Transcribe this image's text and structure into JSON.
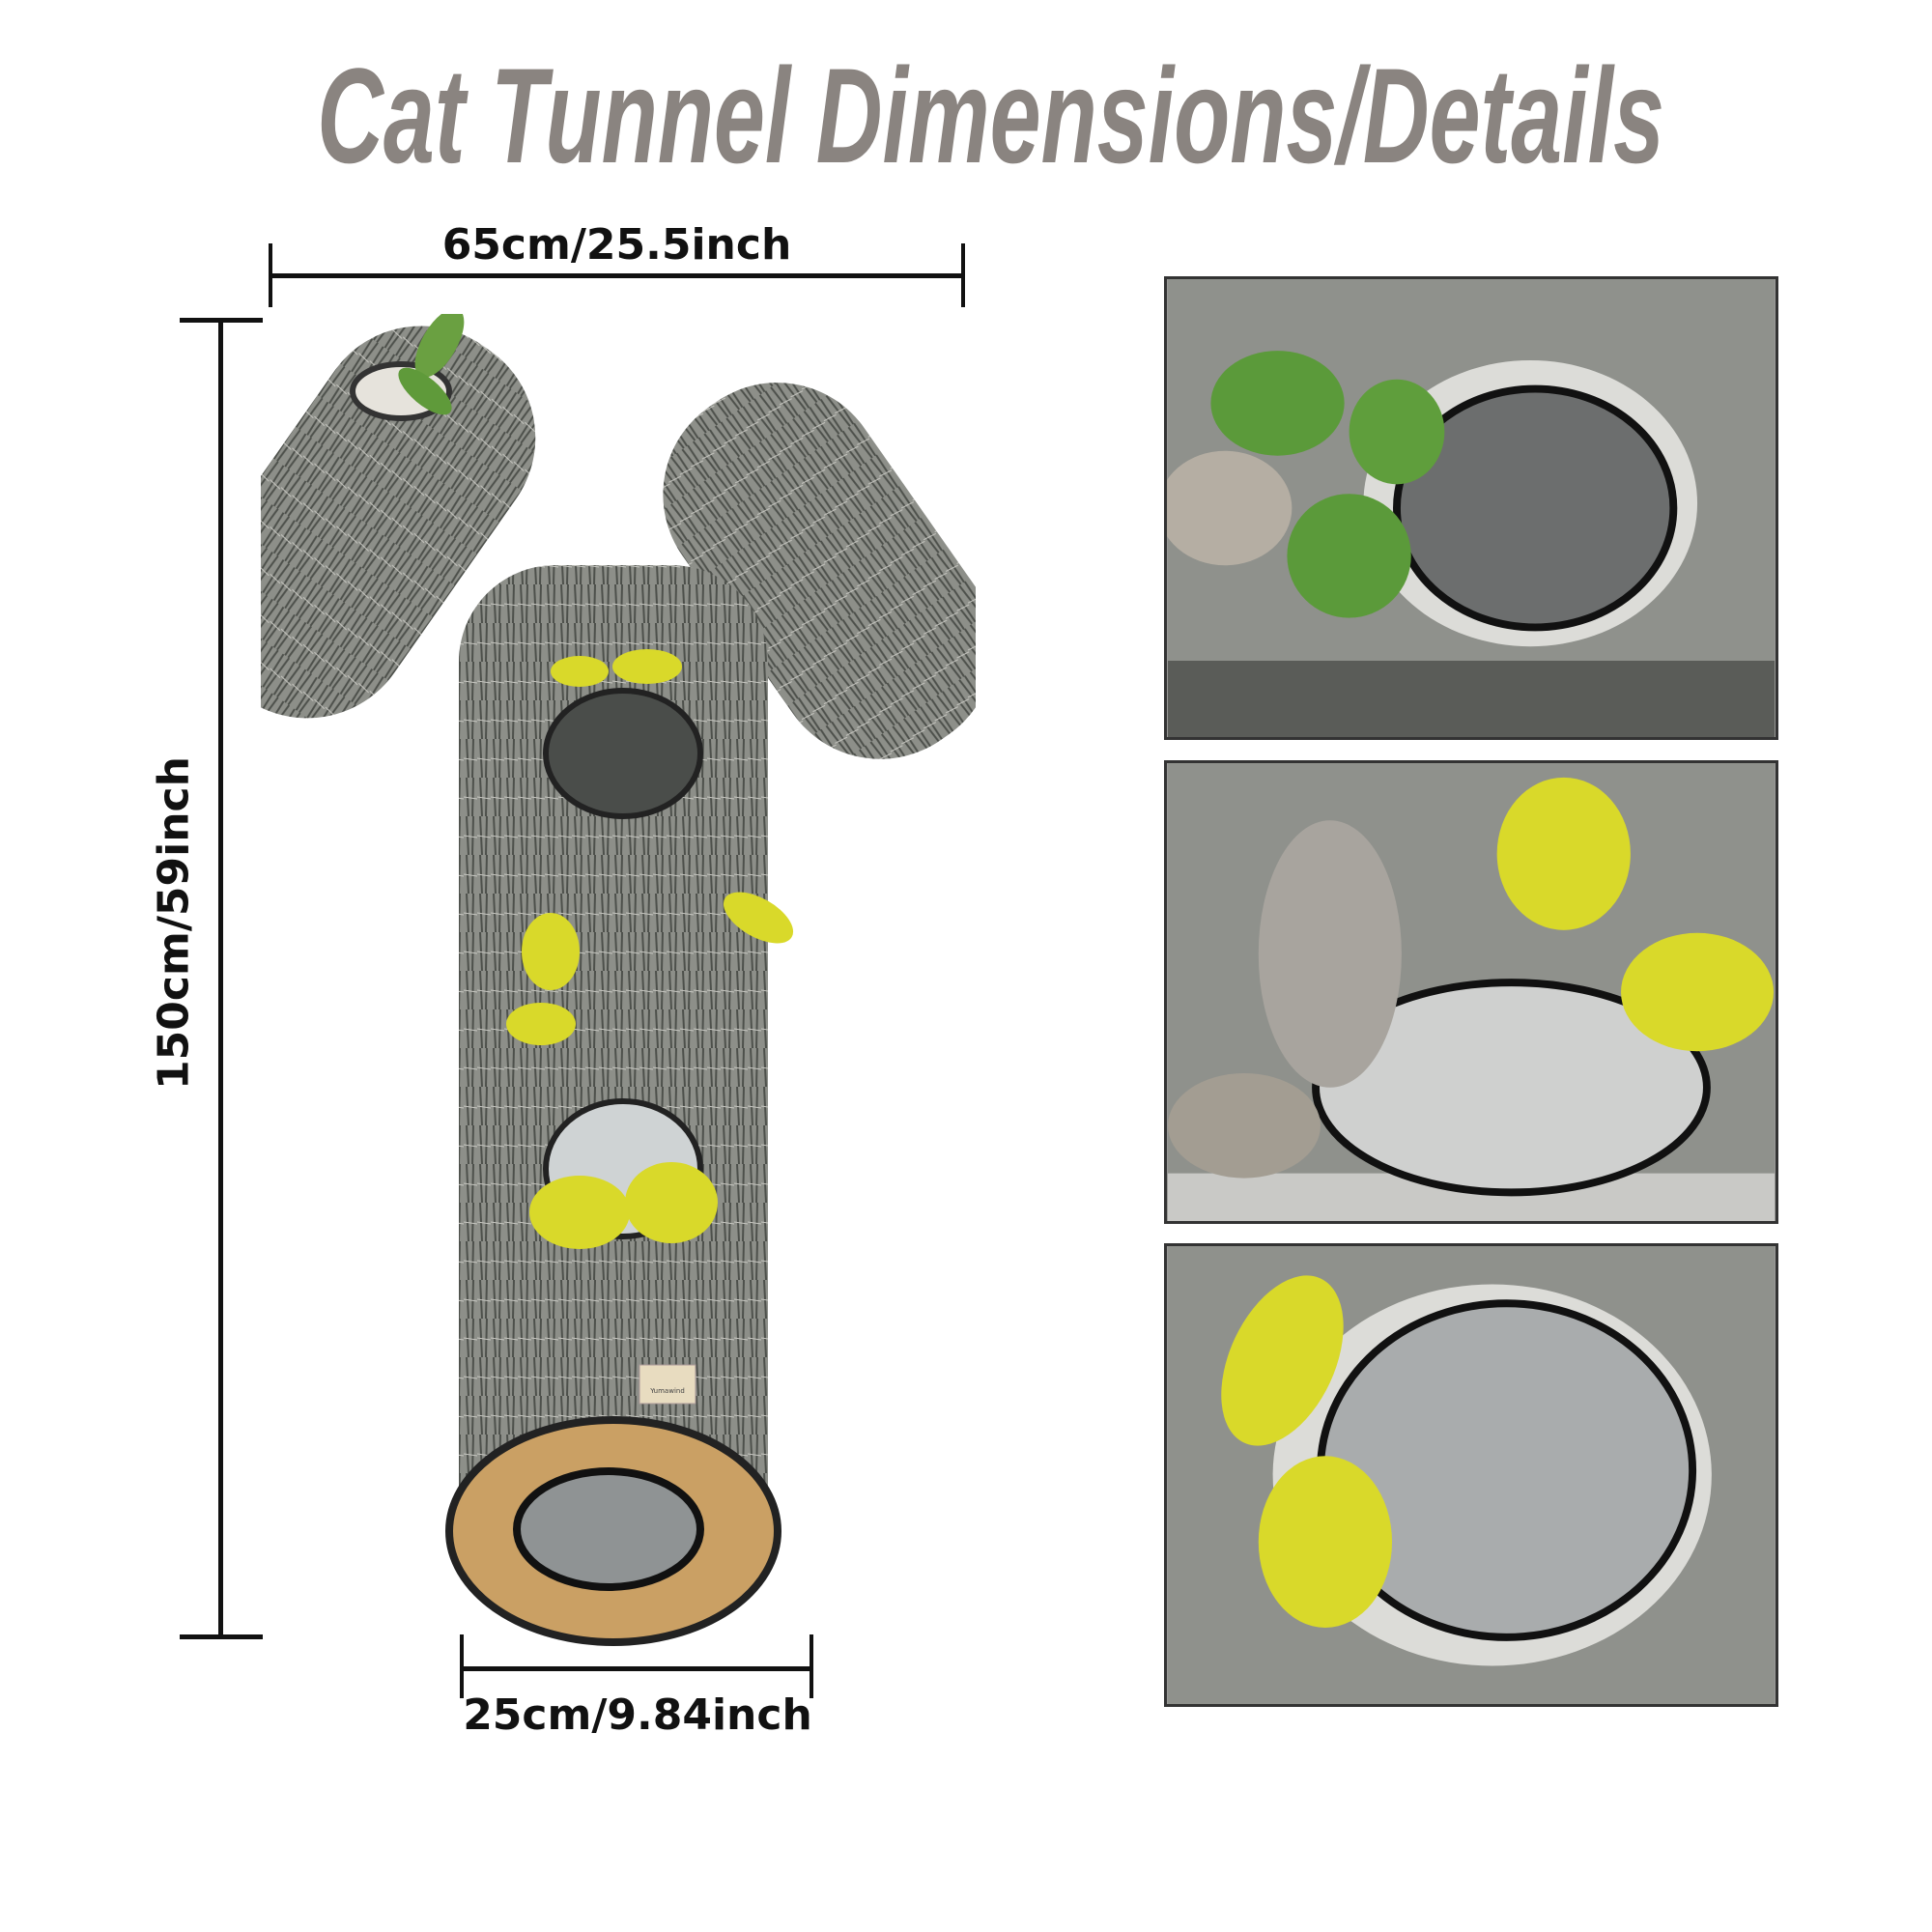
{
  "title": "Cat Tunnel Dimensions/Details",
  "dimensions": {
    "width": "65cm/25.5inch",
    "height": "150cm/59inch",
    "diameter": "25cm/9.84inch"
  },
  "product_label": "Yumawind",
  "colors": {
    "title": "#8a8480",
    "bark": "#8d8f89",
    "leaf_green": "#5f9a3a",
    "leaf_yellow": "#d9d92a"
  },
  "detail_panels": [
    {
      "leaf": "green"
    },
    {
      "leaf": "yellow"
    },
    {
      "leaf": "yellow"
    }
  ]
}
